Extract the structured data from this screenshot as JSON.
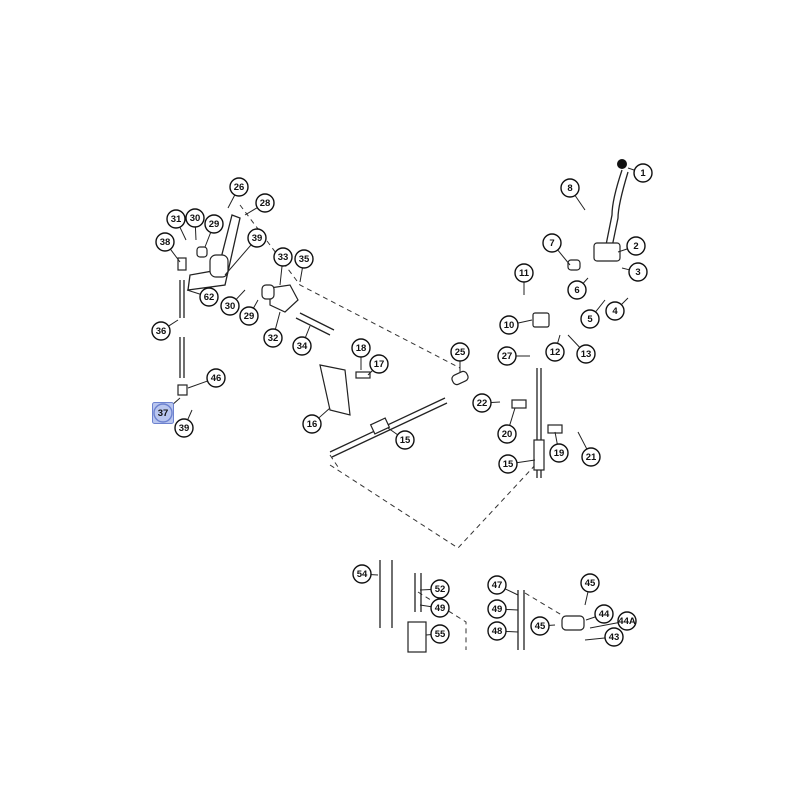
{
  "diagram": {
    "type": "exploded parts diagram",
    "highlighted_callout": "37",
    "highlight_color": "#b9c6ef",
    "callouts": [
      "1",
      "8",
      "2",
      "7",
      "3",
      "11",
      "6",
      "5",
      "4",
      "10",
      "12",
      "13",
      "27",
      "25",
      "22",
      "20",
      "19",
      "21",
      "15",
      "15",
      "16",
      "18",
      "17",
      "26",
      "28",
      "31",
      "30",
      "29",
      "39",
      "38",
      "33",
      "35",
      "62",
      "30",
      "29",
      "32",
      "34",
      "36",
      "46",
      "37",
      "39",
      "54",
      "52",
      "49",
      "55",
      "47",
      "49",
      "48",
      "45",
      "44",
      "44A",
      "45",
      "43"
    ]
  }
}
